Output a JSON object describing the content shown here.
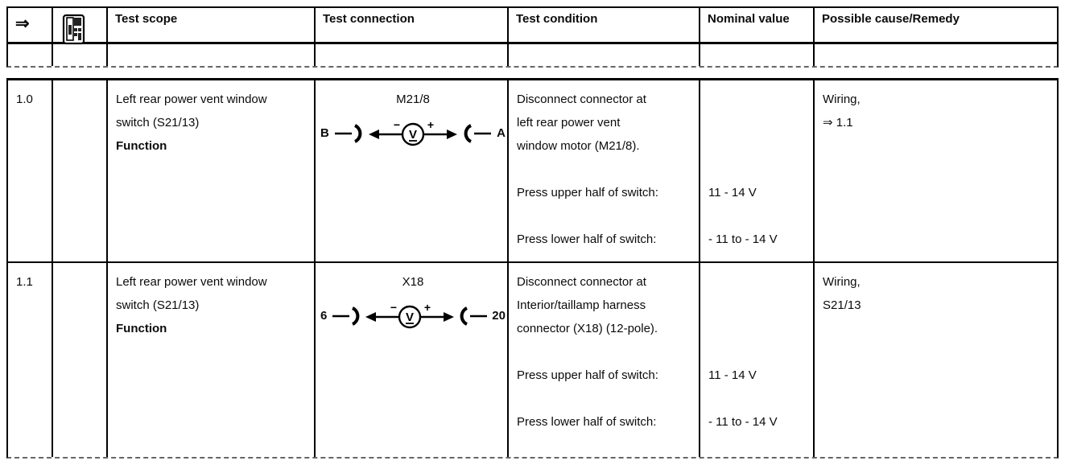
{
  "header": {
    "arrow_symbol": "⇒",
    "columns": {
      "scope": "Test scope",
      "connection": "Test connection",
      "condition": "Test condition",
      "nominal": "Nominal value",
      "remedy": "Possible cause/Remedy"
    }
  },
  "meter": {
    "symbol": "V",
    "minus": "−",
    "plus": "+"
  },
  "rows": [
    {
      "id": "1.0",
      "scope_lines": [
        "Left rear power vent window",
        "switch (S21/13)"
      ],
      "scope_function": "Function",
      "connection": {
        "component": "M21/8",
        "left_pin": "B",
        "right_pin": "A"
      },
      "condition_intro": [
        "Disconnect connector at",
        "left rear power vent",
        "window motor (M21/8)."
      ],
      "conditions": [
        "Press upper half of switch:",
        "Press lower half of switch:"
      ],
      "nominal_values": [
        "11 - 14 V",
        "- 11 to - 14 V"
      ],
      "remedy_lines": [
        "Wiring,",
        "⇒ 1.1"
      ]
    },
    {
      "id": "1.1",
      "scope_lines": [
        "Left rear power vent window",
        "switch (S21/13)"
      ],
      "scope_function": "Function",
      "connection": {
        "component": "X18",
        "left_pin": "6",
        "right_pin": "20"
      },
      "condition_intro": [
        "Disconnect connector at",
        "Interior/taillamp harness",
        "connector (X18) (12-pole)."
      ],
      "conditions": [
        "Press upper half of switch:",
        "Press lower half of switch:"
      ],
      "nominal_values": [
        "11 - 14 V",
        "- 11 to - 14 V"
      ],
      "remedy_lines": [
        "Wiring,",
        "S21/13"
      ]
    }
  ]
}
